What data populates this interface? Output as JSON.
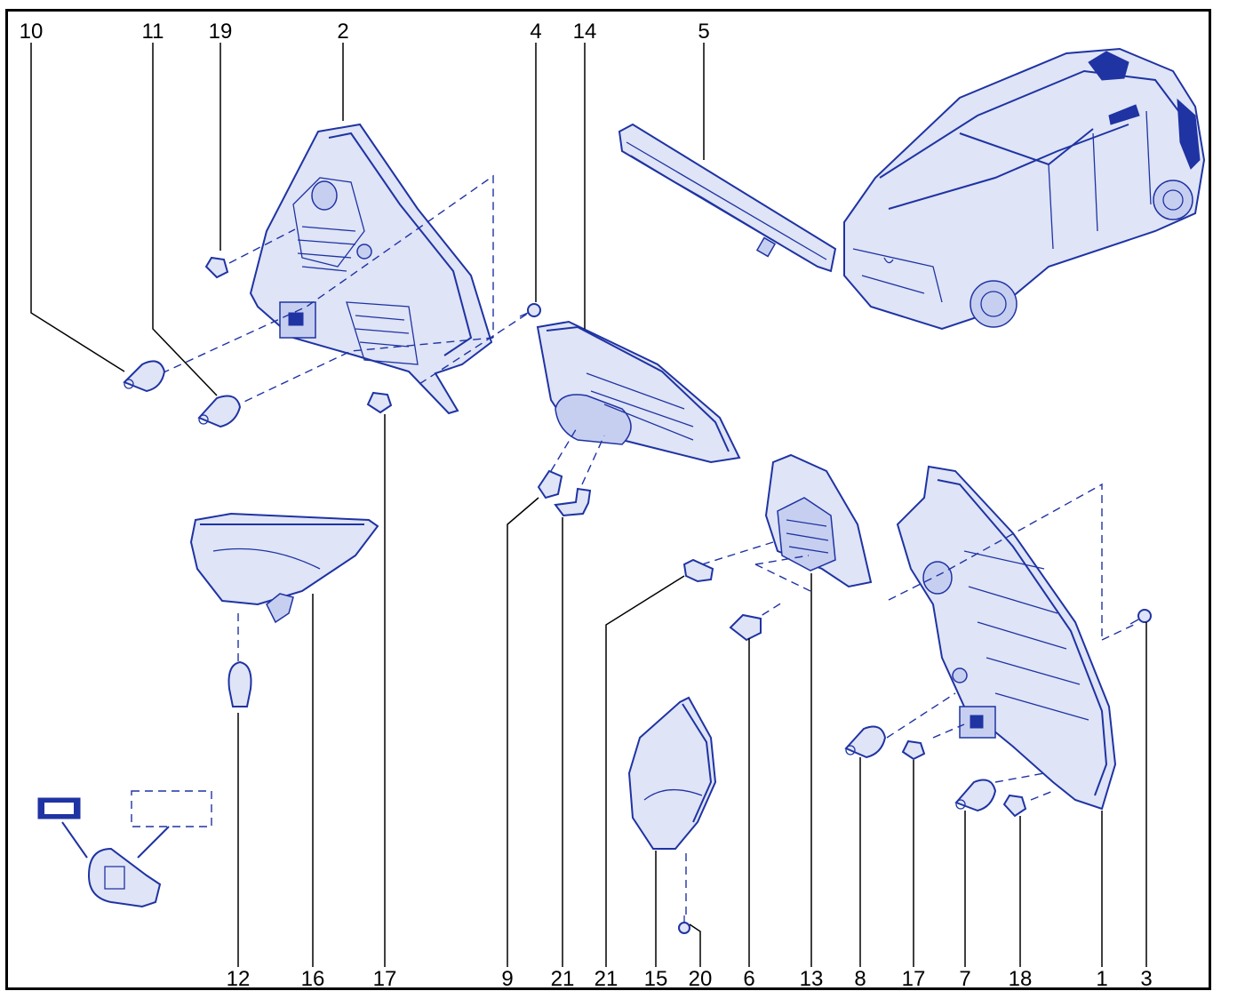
{
  "callouts_top": [
    "10",
    "11",
    "19",
    "2",
    "4",
    "14",
    "5"
  ],
  "callouts_bottom": [
    "12",
    "16",
    "17",
    "9",
    "21",
    "21",
    "15",
    "20",
    "6",
    "13",
    "8",
    "17",
    "7",
    "18",
    "1",
    "3"
  ],
  "colors": {
    "line": "#1f33a3",
    "frame": "#000000",
    "fill": "#dfe4f6"
  }
}
